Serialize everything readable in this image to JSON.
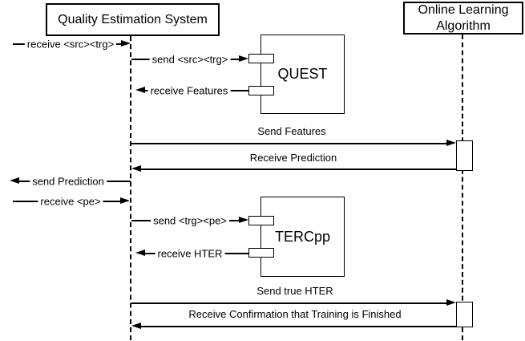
{
  "diagram": {
    "actors": {
      "qes": "Quality Estimation System",
      "ola": "Online Learning Algorithm"
    },
    "components": {
      "quest": "QUEST",
      "tercpp": "TERCpp"
    },
    "messages": {
      "receive_src_trg": "receive <src><trg>",
      "send_src_trg": "send <src><trg>",
      "receive_features": "receive Features",
      "send_features": "Send Features",
      "receive_prediction": "Receive Prediction",
      "send_prediction": "send Prediction",
      "receive_pe": "receive <pe>",
      "send_trg_pe": "send <trg><pe>",
      "receive_hter": "receive HTER",
      "send_true_hter": "Send true HTER",
      "receive_confirmation": "Receive Confirmation that Training is Finished"
    },
    "colors": {
      "line": "#000000",
      "background": "#ffffff"
    }
  }
}
